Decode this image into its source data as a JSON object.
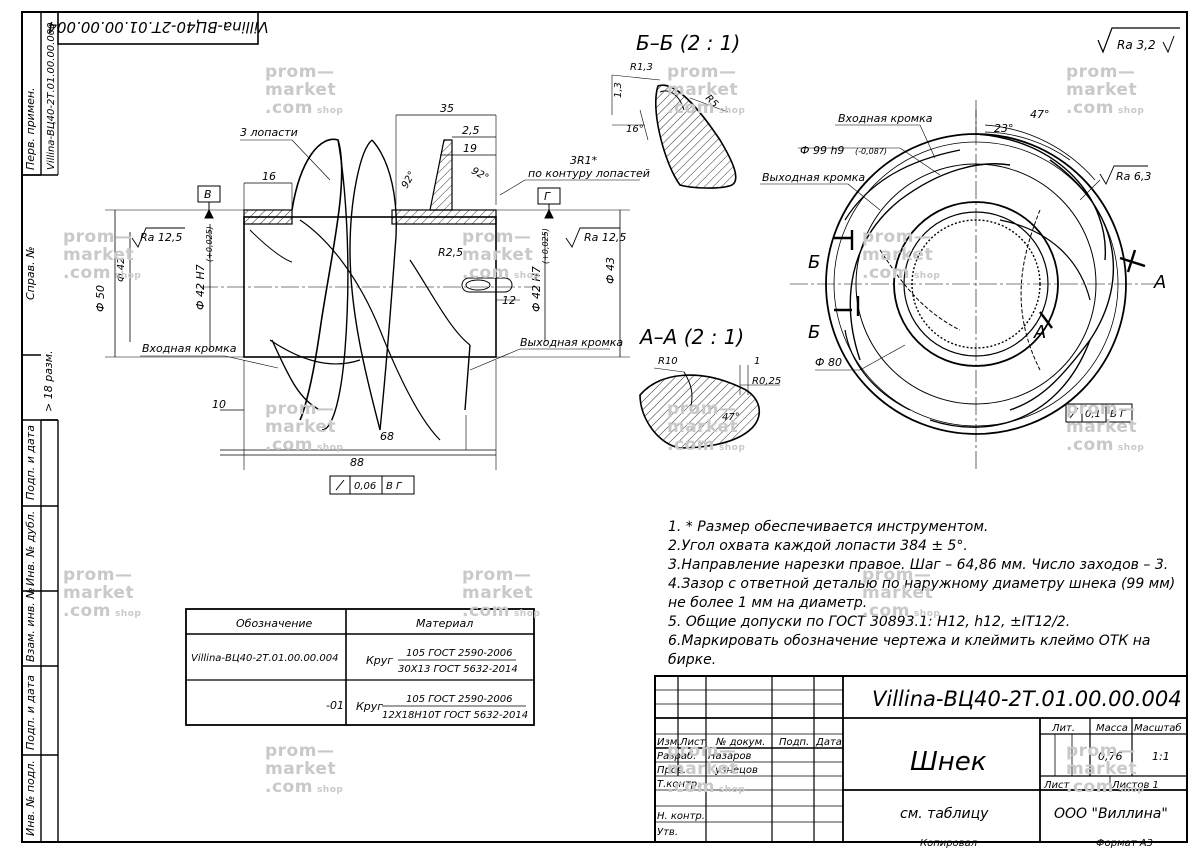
{
  "frame": {
    "side_labels": [
      "Перв. примен.",
      "Справ. №",
      "Подп. и дата",
      "Инв. № дубл.",
      "Взам. инв. №",
      "Подп. и дата",
      "Инв. № подл."
    ],
    "perv_primen_value": "Villina-ВЦ40-2Т.01.00.00.000",
    "top_stamp": "Villina-ВЦ40-2Т.01.00.00.004",
    "size_note": "> 18 разм."
  },
  "roughness": {
    "general": "Ra 3,2",
    "bore_left": "Ra 12,5",
    "bore_right": "Ra 12,5",
    "edge": "Ra 6,3"
  },
  "main_view": {
    "labels": {
      "blades": "3 лопасти",
      "entry_edge": "Входная кромка",
      "exit_edge": "Выходная кромка",
      "contour_radius": "3R1*",
      "contour_note": "по контуру лопастей",
      "datum_b": "В",
      "datum_g": "Г"
    },
    "dims": {
      "d35": "35",
      "d2_5": "2,5",
      "d19": "19",
      "d16": "16",
      "ang92a": "92°",
      "ang92b": "92°",
      "dia50": "Ф 50",
      "dia42": "Ф 42",
      "dia42h7": "Ф 42 H7",
      "tol": "(+0,025)",
      "r2_5": "R2,5",
      "dia43": "Ф 43",
      "d12": "12",
      "d10": "10",
      "d68": "68",
      "d88": "88"
    },
    "tolerance_frame": [
      "0,06",
      "В Г"
    ]
  },
  "section_bb": {
    "title": "Б–Б (2 : 1)",
    "r1_3": "R1,3",
    "d1_3": "1,3",
    "r5": "R5",
    "ang16": "16°"
  },
  "section_aa": {
    "title": "А–А (2 : 1)",
    "r10": "R10",
    "d1": "1",
    "r0_25": "R0,25",
    "ang47": "47°"
  },
  "end_view": {
    "entry_edge": "Входная кромка",
    "exit_edge": "Выходная кромка",
    "dia99": "Ф 99 h9",
    "dia99_tol": "(-0,087)",
    "ang23": "23°",
    "ang47": "47°",
    "dia80": "Ф 80",
    "cut_b": "Б",
    "cut_a": "А",
    "tolerance_frame": [
      "0,1",
      "В Г"
    ]
  },
  "material_table": {
    "headers": [
      "Обозначение",
      "Материал"
    ],
    "rows": [
      {
        "designation": "Villina-ВЦ40-2Т.01.00.00.004",
        "kind": "Круг",
        "top": "105 ГОСТ 2590-2006",
        "bottom": "30Х13 ГОСТ 5632-2014"
      },
      {
        "designation": "-01",
        "kind": "Круг",
        "top": "105 ГОСТ 2590-2006",
        "bottom": "12Х18Н10Т ГОСТ 5632-2014"
      }
    ]
  },
  "notes": [
    "1. * Размер обеспечивается инструментом.",
    "2.Угол охвата каждой лопасти 384 ± 5°.",
    "3.Направление нарезки правое. Шаг – 64,86 мм. Число заходов – 3.",
    "4.Зазор с ответной деталью по наружному диаметру шнека (99 мм)",
    "не более 1 мм на диаметр.",
    "5. Общие допуски по ГОСТ 30893.1: H12, h12, ±IT12/2.",
    "6.Маркировать обозначение чертежа и  клеймить клеймо ОТК на",
    "бирке."
  ],
  "title_block": {
    "designation": "Villina-ВЦ40-2Т.01.00.00.004",
    "name": "Шнек",
    "material": "см. таблицу",
    "company": "ООО \"Виллина\"",
    "headers": {
      "izm": "Изм.",
      "list": "Лист",
      "doc": "№ докум.",
      "sign": "Подп.",
      "date": "Дата",
      "lit": "Лит.",
      "mass": "Масса",
      "scale": "Масштаб"
    },
    "roles": {
      "razrab": "Разраб.",
      "prov": "Пров.",
      "tkontr": "Т.контр.",
      "nkontr": "Н. контр.",
      "utv": "Утв."
    },
    "people": {
      "razrab": "Назаров",
      "prov": "Кузнецов"
    },
    "mass_value": "0,76",
    "scale_value": "1:1",
    "sheet": "Лист",
    "sheets": "Листов 1",
    "copied": "Копировал",
    "format": "Формат А3"
  },
  "watermark": {
    "line1": "prom—",
    "line2": "market",
    "line3": ".com",
    "suffix": "shop"
  }
}
